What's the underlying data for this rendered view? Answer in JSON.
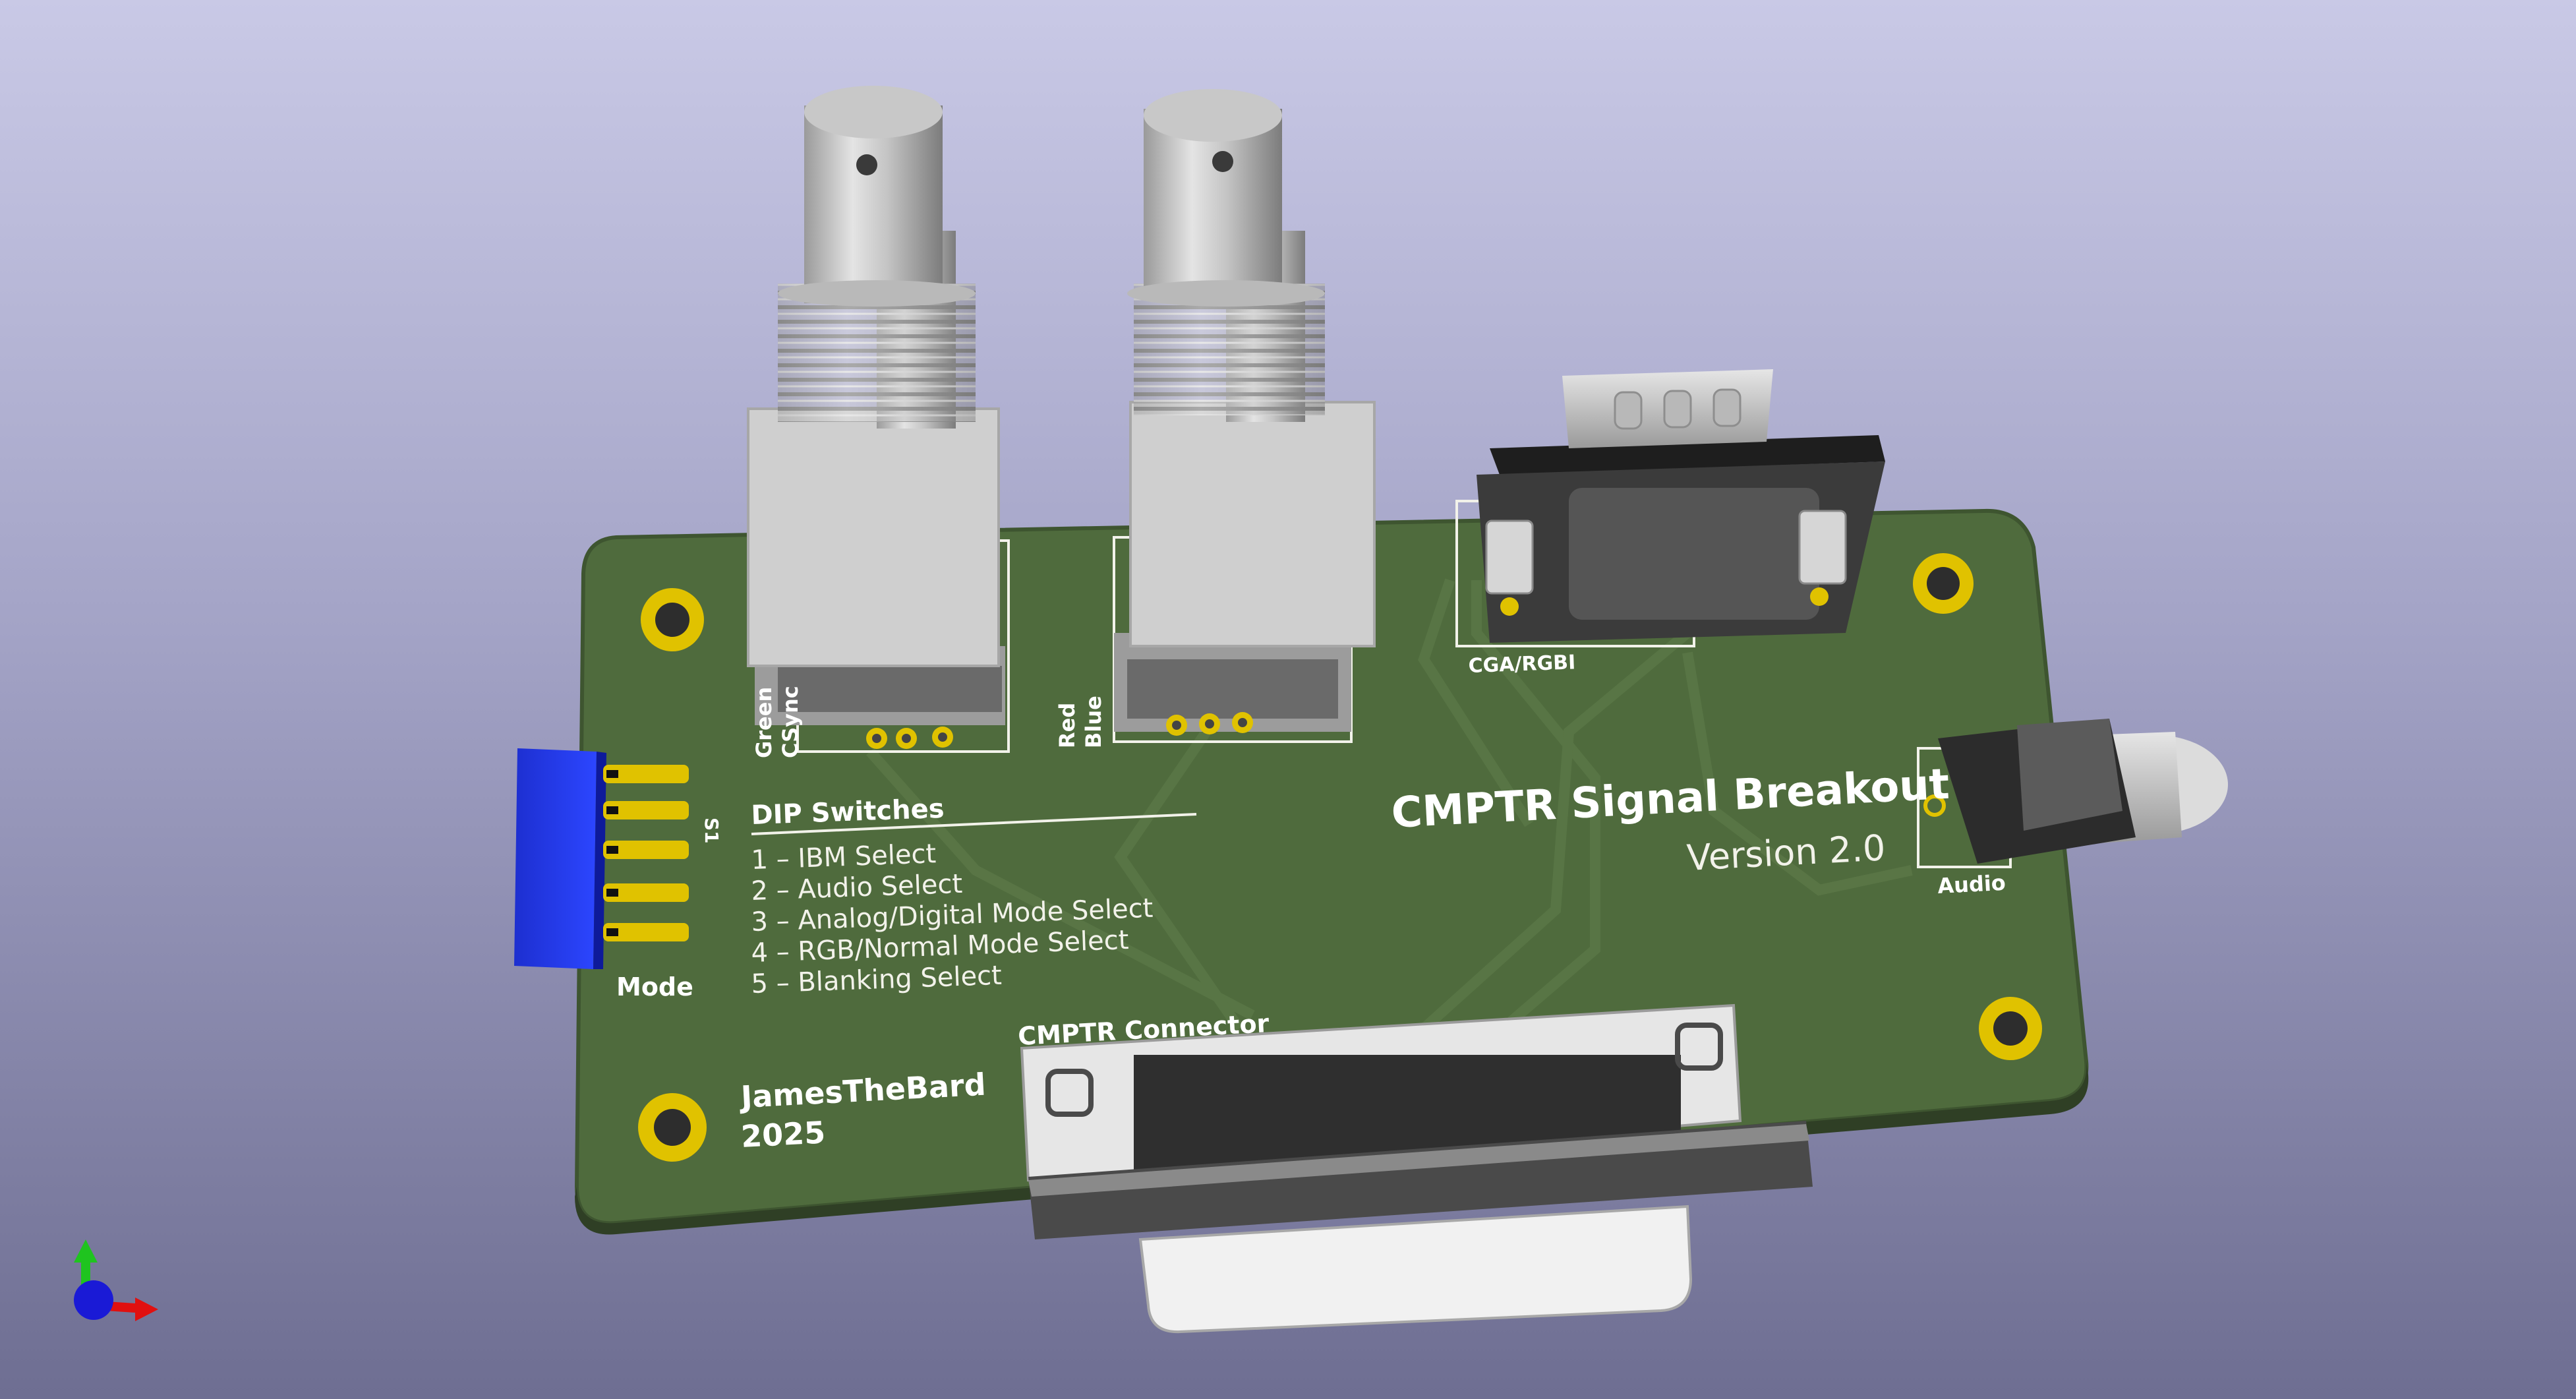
{
  "board": {
    "title": "CMPTR Signal Breakout",
    "version": "Version 2.0",
    "author": "JamesTheBard",
    "year": "2025",
    "colors": {
      "pcb": "#4f6b3d",
      "pad": "#e0c200",
      "silk": "#f2f2ea"
    }
  },
  "dip": {
    "heading": "DIP Switches",
    "items": [
      "1 – IBM Select",
      "2 – Audio Select",
      "3 – Analog/Digital Mode Select",
      "4 – RGB/Normal Mode Select",
      "5 – Blanking Select"
    ],
    "ref": "S1",
    "label": "Mode"
  },
  "bnc_left": {
    "line1": "Green",
    "line2": "CSync"
  },
  "bnc_right": {
    "line1": "Red",
    "line2": "Blue"
  },
  "connectors": {
    "cga": "CGA/RGBI",
    "cmptr": "CMPTR Connector",
    "audio": "Audio"
  },
  "axes": {
    "icon": "xyz-axis-gizmo-icon"
  }
}
